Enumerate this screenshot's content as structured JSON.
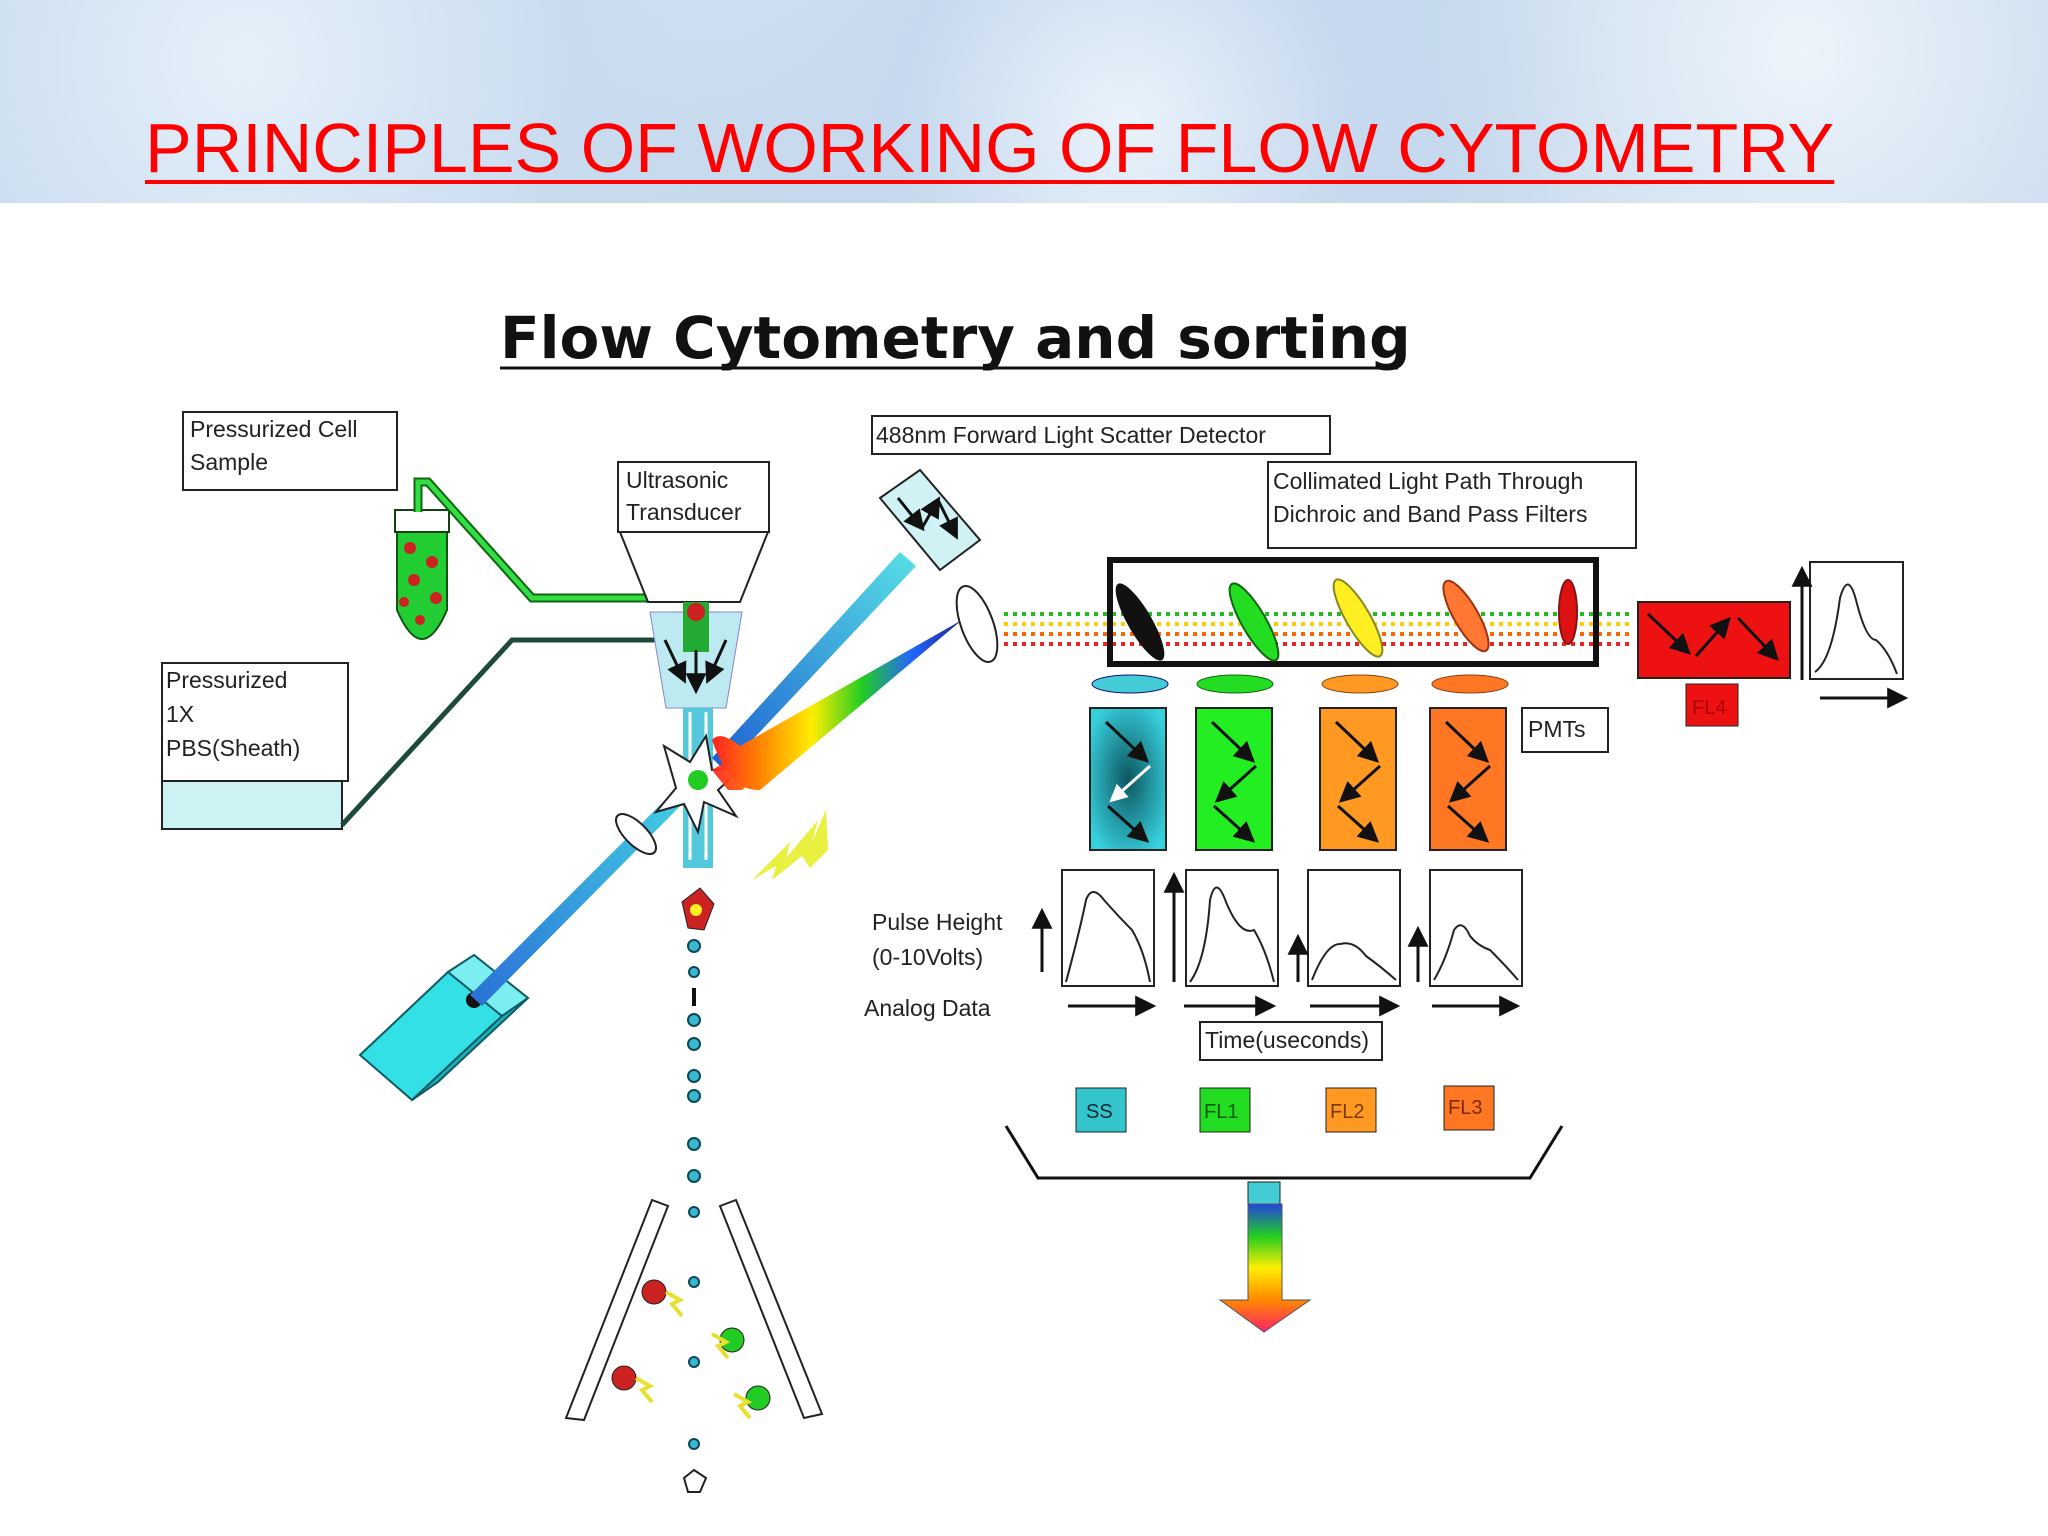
{
  "slide_title": "PRINCIPLES OF WORKING OF FLOW CYTOMETRY",
  "diagram_title": "Flow Cytometry and sorting",
  "labels": {
    "cell_sample_1": "Pressurized Cell",
    "cell_sample_2": "Sample",
    "transducer_1": "Ultrasonic",
    "transducer_2": "Transducer",
    "sheath_1": "Pressurized",
    "sheath_2": "1X",
    "sheath_3": "PBS(Sheath)",
    "forward_scatter": "488nm Forward Light Scatter Detector",
    "collimated_1": "Collimated Light Path Through",
    "collimated_2": "Dichroic and Band Pass Filters",
    "pmts": "PMTs",
    "pulse_height_1": "Pulse Height",
    "pulse_height_2": "(0-10Volts)",
    "analog_data": "Analog Data",
    "time": "Time(useconds)",
    "ss": "SS",
    "fl1": "FL1",
    "fl2": "FL2",
    "fl3": "FL3",
    "fl4": "FL4"
  },
  "colors": {
    "title_red": "#ff0000",
    "ss_cyan": "#33c4cc",
    "fl1_green": "#22dd22",
    "fl2_orange": "#ff9922",
    "fl3_orange": "#ff7722",
    "fl4_red": "#ee1111"
  }
}
